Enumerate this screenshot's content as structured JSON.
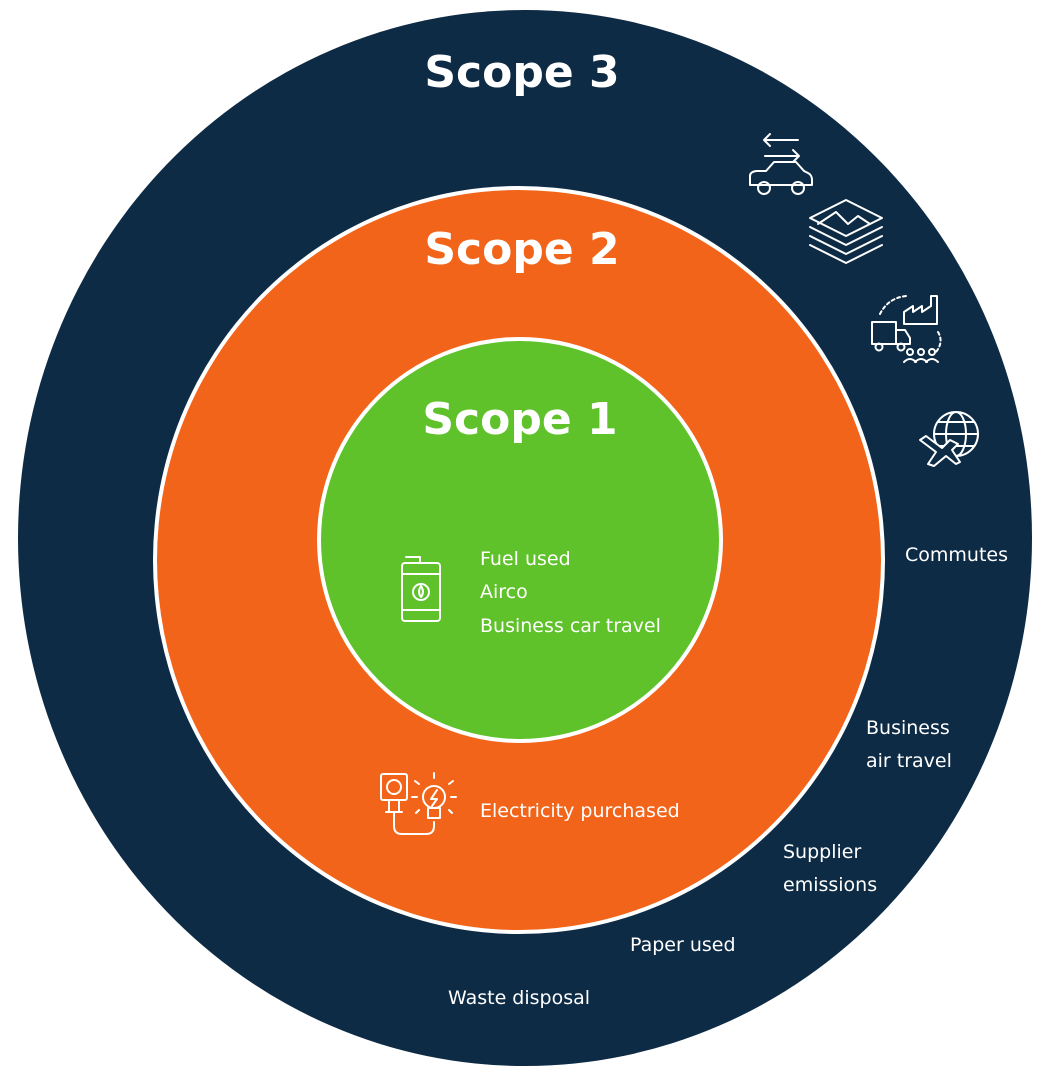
{
  "colors": {
    "scope3": "#0e2b45",
    "scope2": "#f26419",
    "scope1": "#5fc22a",
    "separator": "#ffffff",
    "text": "#ffffff"
  },
  "scope3": {
    "title": "Scope 3",
    "items": [
      "Commutes",
      "Business",
      "air travel",
      "Supplier",
      "emissions",
      "Paper used",
      "Waste disposal"
    ],
    "icons": [
      "car-arrows-icon",
      "paper-stack-icon",
      "supply-chain-icon",
      "plane-globe-icon"
    ]
  },
  "scope2": {
    "title": "Scope 2",
    "items": [
      "Electricity purchased"
    ],
    "icons": [
      "plug-bulb-icon"
    ]
  },
  "scope1": {
    "title": "Scope 1",
    "items": [
      "Fuel used",
      "Airco",
      "Business car travel"
    ],
    "icons": [
      "fuel-barrel-icon"
    ]
  }
}
